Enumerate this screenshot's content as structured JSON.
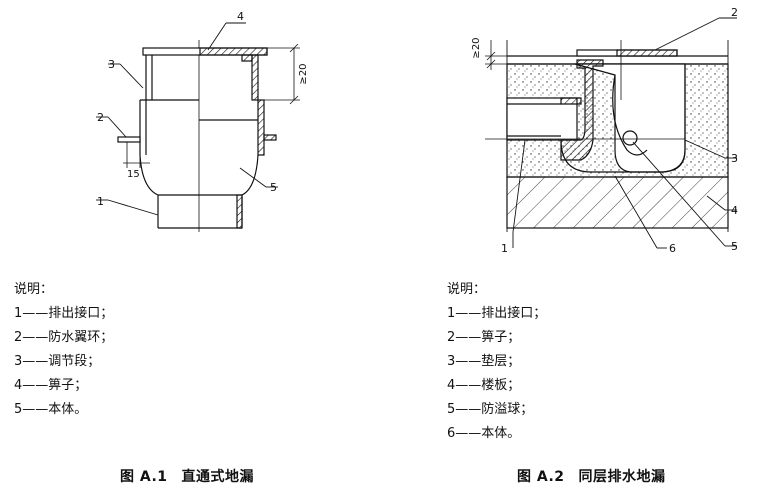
{
  "figure1": {
    "caption_number": "图 A.1",
    "caption_name": "直通式地漏",
    "legend_title": "说明：",
    "legend": [
      "1——排出接口；",
      "2——防水翼环；",
      "3——调节段；",
      "4——箅子；",
      "5——本体。"
    ],
    "callouts": [
      "1",
      "2",
      "3",
      "4",
      "5"
    ],
    "dimensions": [
      "≥20",
      "15"
    ]
  },
  "figure2": {
    "caption_number": "图 A.2",
    "caption_name": "同层排水地漏",
    "legend_title": "说明：",
    "legend": [
      "1——排出接口；",
      "2——箅子；",
      "3——垫层；",
      "4——楼板；",
      "5——防溢球；",
      "6——本体。"
    ],
    "callouts": [
      "1",
      "2",
      "3",
      "4",
      "5",
      "6"
    ],
    "dimensions": [
      "≥20"
    ]
  }
}
